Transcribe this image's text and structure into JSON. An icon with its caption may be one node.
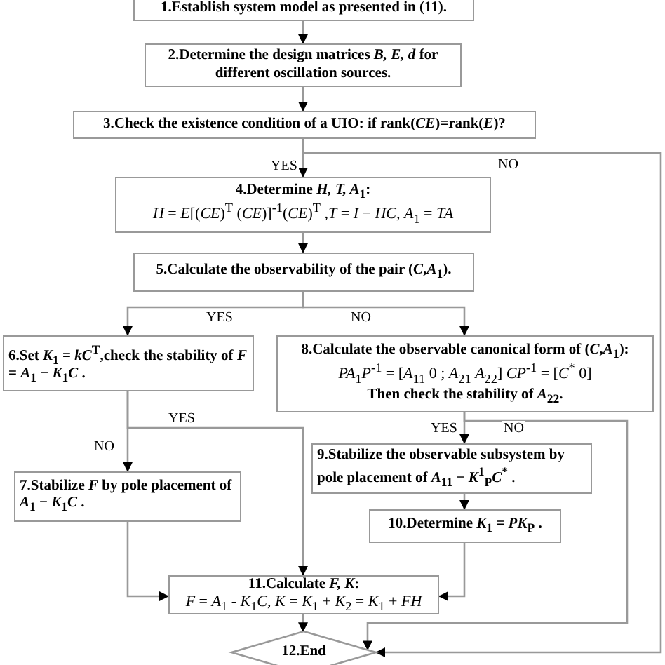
{
  "diagram": {
    "nodes": [
      {
        "text": [
          "1.Establish system model as presented in (11)."
        ]
      },
      {
        "text": [
          "2.Determine the design matrices *B, E, d* for different oscillation sources."
        ]
      },
      {
        "text": [
          "3.Check the existence condition of a UIO:  if rank(*CE*)=rank(*E*)?"
        ]
      },
      {
        "text": [
          "4.Determine *H, T, A*$_{1}$:",
          "*H* = *E*[(*CE*)$^{T}$ (*CE*)]$^{-1}$(*CE*)$^{T}$ ,*T* = *I* − *HC*, *A*$_{1}$ = *TA*"
        ]
      },
      {
        "text": [
          "5.Calculate the observability of the pair (*C*,*A*$_{1}$)."
        ]
      },
      {
        "text": [
          "6.Set  *K*$_{1}$ = *kC*$^{T}$,check the stability of  *F* = *A*$_{1}$ − *K*$_{1}$*C*  ."
        ]
      },
      {
        "text": [
          "8.Calculate the observable canonical form of  (*C*,*A*$_{1}$):",
          "*PA*$_{1}$*P*$^{-1}$ = [*A*$_{11}$ 0 ; *A*$_{21}$ *A*$_{22}$]      *CP*$^{-1}$ = [*C*$^{*}$ 0]",
          "Then check the stability of *A*$_{22}$."
        ]
      },
      {
        "text": [
          "7.Stabilize *F* by pole placement of  *A*$_{1}$ − *K*$_{1}$*C* ."
        ]
      },
      {
        "text": [
          "9.Stabilize the observable subsystem by pole placement of  *A*$_{11}$ − *K*$^{1}$$_{P}$*C*$^{*}$ ."
        ]
      },
      {
        "text": [
          "10.Determine  *K*$_{1}$ = *PK*$_{P}$ ."
        ]
      },
      {
        "text": [
          "11.Calculate *F, K*:",
          "*F* = *A*$_{1}$ - *K*$_{1}$*C*, *K* = *K*$_{1}$ + *K*$_{2}$ = *K*$_{1}$ + *FH*"
        ]
      },
      {
        "text": [
          "12.End"
        ]
      }
    ],
    "edges": [
      {
        "from": 0,
        "to": 1,
        "arrow": "to"
      },
      {
        "from": 1,
        "to": 2,
        "arrow": "to"
      },
      {
        "from": 2,
        "to": 3,
        "arrow": "to",
        "label": "YES"
      },
      {
        "from": 2,
        "to": 11,
        "arrow": "to",
        "label": "NO"
      },
      {
        "from": 3,
        "to": 4,
        "arrow": "to"
      },
      {
        "from": 4,
        "to": 5,
        "arrow": "to",
        "label": "YES"
      },
      {
        "from": 4,
        "to": 6,
        "arrow": "to",
        "label": "NO"
      },
      {
        "from": 5,
        "to": 10,
        "arrow": "to",
        "label": "YES"
      },
      {
        "from": 5,
        "to": 7,
        "arrow": "to",
        "label": "NO"
      },
      {
        "from": 7,
        "to": 10,
        "arrow": "to"
      },
      {
        "from": 6,
        "to": 8,
        "arrow": "to",
        "label": "YES"
      },
      {
        "from": 6,
        "to": 11,
        "arrow": "to",
        "label": "NO"
      },
      {
        "from": 8,
        "to": 9,
        "arrow": "to"
      },
      {
        "from": 9,
        "to": 10,
        "arrow": "to"
      },
      {
        "from": 10,
        "to": 11,
        "arrow": "to"
      }
    ]
  }
}
